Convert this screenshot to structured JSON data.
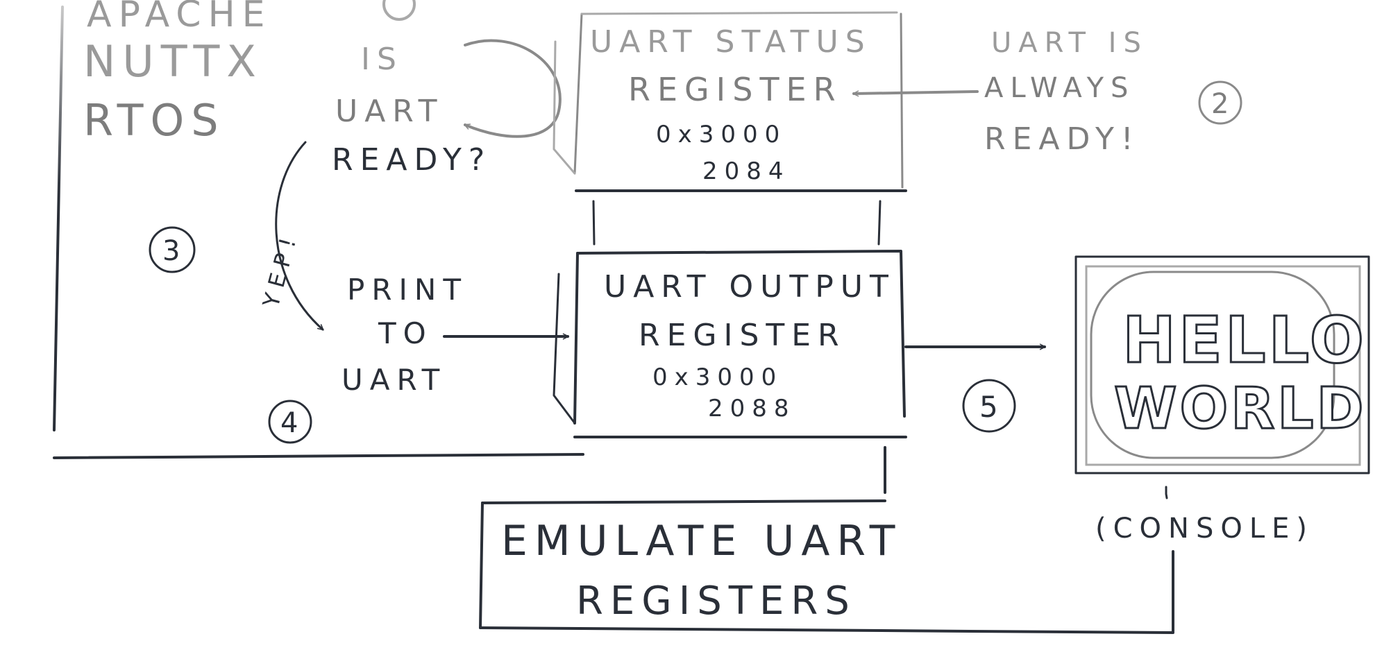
{
  "rtos": {
    "line1": "APACHE",
    "line2": "NUTTX",
    "line3": "RTOS"
  },
  "question": {
    "line1": "IS",
    "line2": "UART",
    "line3": "READY?"
  },
  "yep": "YEP!",
  "print": {
    "line1": "PRINT",
    "line2": "TO",
    "line3": "UART"
  },
  "status_reg": {
    "line1": "UART STATUS",
    "line2": "REGISTER",
    "addr1": "0x3000",
    "addr2": "2084"
  },
  "output_reg": {
    "line1": "UART OUTPUT",
    "line2": "REGISTER",
    "addr1": "0x3000",
    "addr2": "2088"
  },
  "always": {
    "line1": "UART IS",
    "line2": "ALWAYS",
    "line3": "READY!"
  },
  "emulate": {
    "line1": "EMULATE UART",
    "line2": "REGISTERS"
  },
  "console": {
    "word1": "HELLO",
    "word2": "WORLD",
    "caption": "(CONSOLE)"
  },
  "steps": {
    "s2": "2",
    "s3": "3",
    "s4": "4",
    "s5": "5"
  }
}
